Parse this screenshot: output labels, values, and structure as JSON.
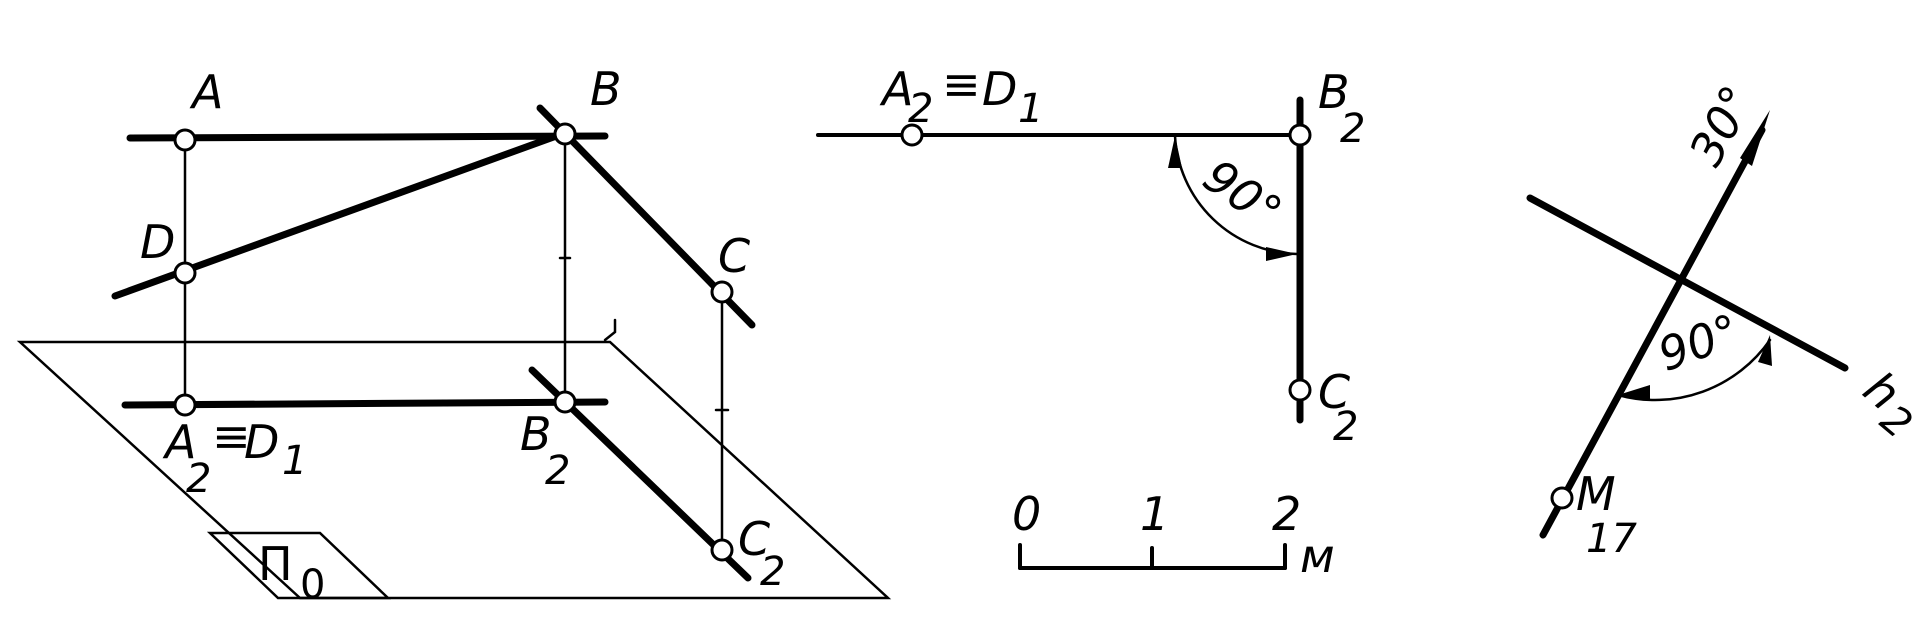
{
  "left": {
    "A": "A",
    "B": "B",
    "D": "D",
    "C": "C",
    "A2": "A",
    "A2_sub": "2",
    "eq": "≡",
    "D1": "D",
    "D1_sub": "1",
    "B2": "B",
    "B2_sub": "2",
    "C2": "C",
    "C2_sub": "2",
    "plane": "П",
    "plane_sub": "0"
  },
  "middle": {
    "A2": "A",
    "A2_sub": "2",
    "eq": "≡",
    "D1": "D",
    "D1_sub": "1",
    "B2": "B",
    "B2_sub": "2",
    "C2": "C",
    "C2_sub": "2",
    "angle": "90°",
    "scale": {
      "ticks": [
        "0",
        "1",
        "2"
      ],
      "unit": "м"
    }
  },
  "right": {
    "slope": "30°",
    "angle": "90°",
    "h": "h",
    "h_sub": "2",
    "M": "M",
    "M_sub": "17"
  }
}
